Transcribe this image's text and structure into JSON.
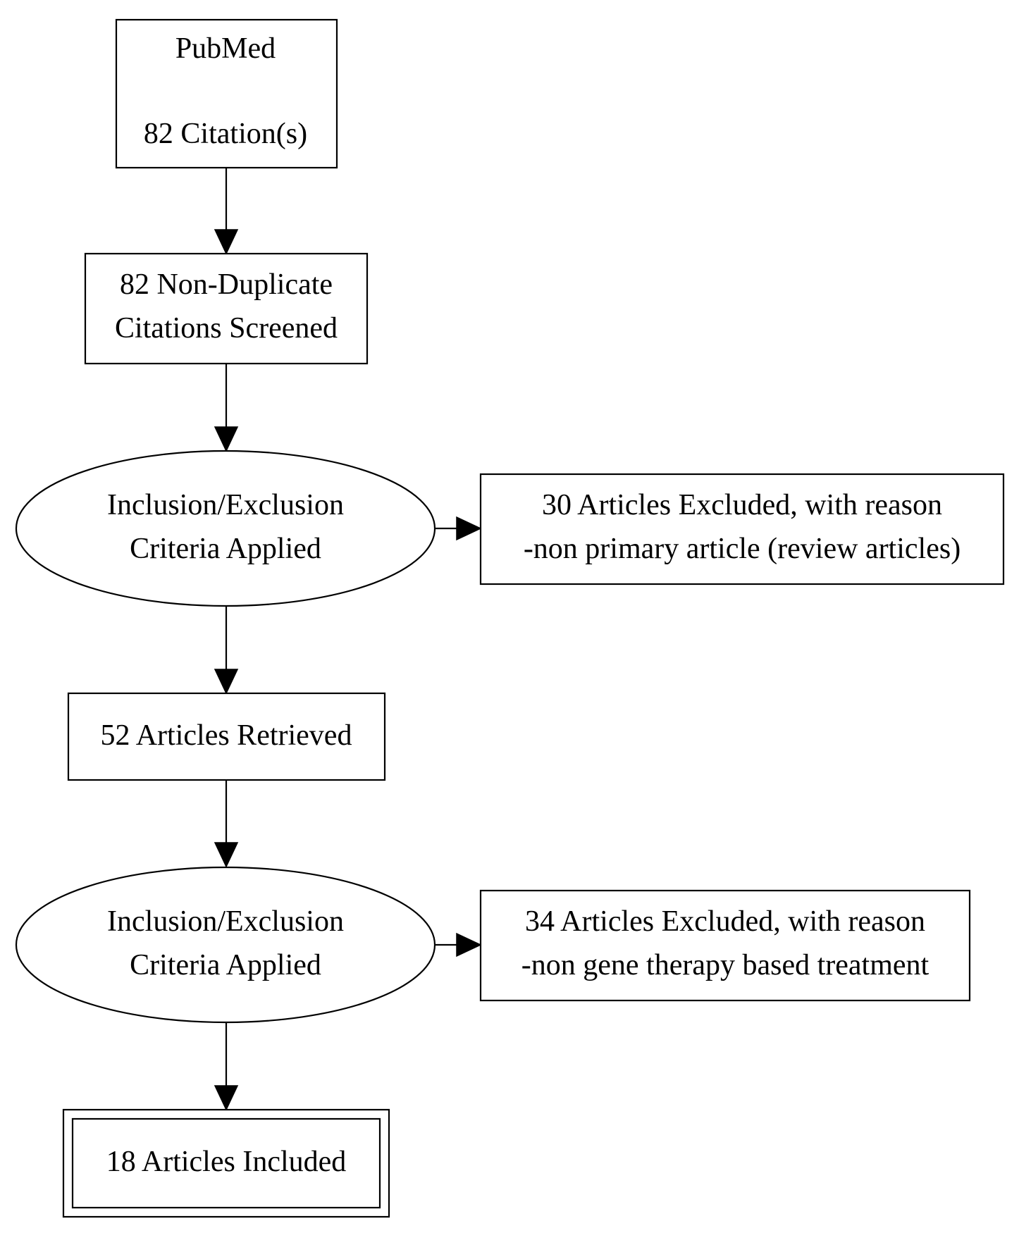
{
  "flow": {
    "source": {
      "name": "PubMed",
      "count": "82 Citation(s)"
    },
    "screened": {
      "line1": "82 Non-Duplicate",
      "line2": "Citations Screened"
    },
    "criteria_1": {
      "line1": "Inclusion/Exclusion",
      "line2": "Criteria Applied"
    },
    "excluded_1": {
      "line1": "30 Articles Excluded, with reason",
      "line2": "-non primary article (review articles)"
    },
    "retrieved": {
      "label": "52 Articles Retrieved"
    },
    "criteria_2": {
      "line1": "Inclusion/Exclusion",
      "line2": "Criteria Applied"
    },
    "excluded_2": {
      "line1": "34 Articles Excluded, with reason",
      "line2": "-non gene therapy based treatment"
    },
    "included": {
      "label": "18 Articles Included"
    }
  }
}
